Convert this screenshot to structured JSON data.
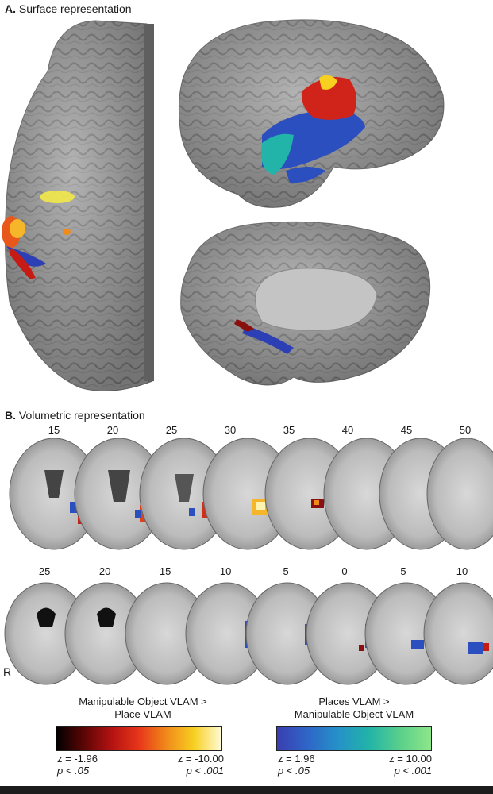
{
  "panel_a": {
    "letter": "A.",
    "title": "Surface representation"
  },
  "panel_b": {
    "letter": "B.",
    "title": "Volumetric representation",
    "row1_slices": [
      "15",
      "20",
      "25",
      "30",
      "35",
      "40",
      "45",
      "50"
    ],
    "row2_slices": [
      "-25",
      "-20",
      "-15",
      "-10",
      "-5",
      "0",
      "5",
      "10"
    ],
    "orientation_label": "R"
  },
  "legend": {
    "left": {
      "title_line1": "Manipulable Object VLAM >",
      "title_line2": "Place VLAM",
      "low_z": "z = -1.96",
      "low_p": "p < .05",
      "high_z": "z = -10.00",
      "high_p": "p < .001",
      "colors": [
        "#000000",
        "#5c0505",
        "#b31212",
        "#e8361a",
        "#f08a1a",
        "#f7d020",
        "#fffbd8"
      ]
    },
    "right": {
      "title_line1": "Places VLAM >",
      "title_line2": "Manipulable Object VLAM",
      "low_z": "z = 1.96",
      "low_p": "p < .05",
      "high_z": "z = 10.00",
      "high_p": "p < .001",
      "colors": [
        "#3a3fb0",
        "#2f66c9",
        "#2592c7",
        "#22b4a8",
        "#5ad08a",
        "#8ee68a"
      ]
    }
  }
}
